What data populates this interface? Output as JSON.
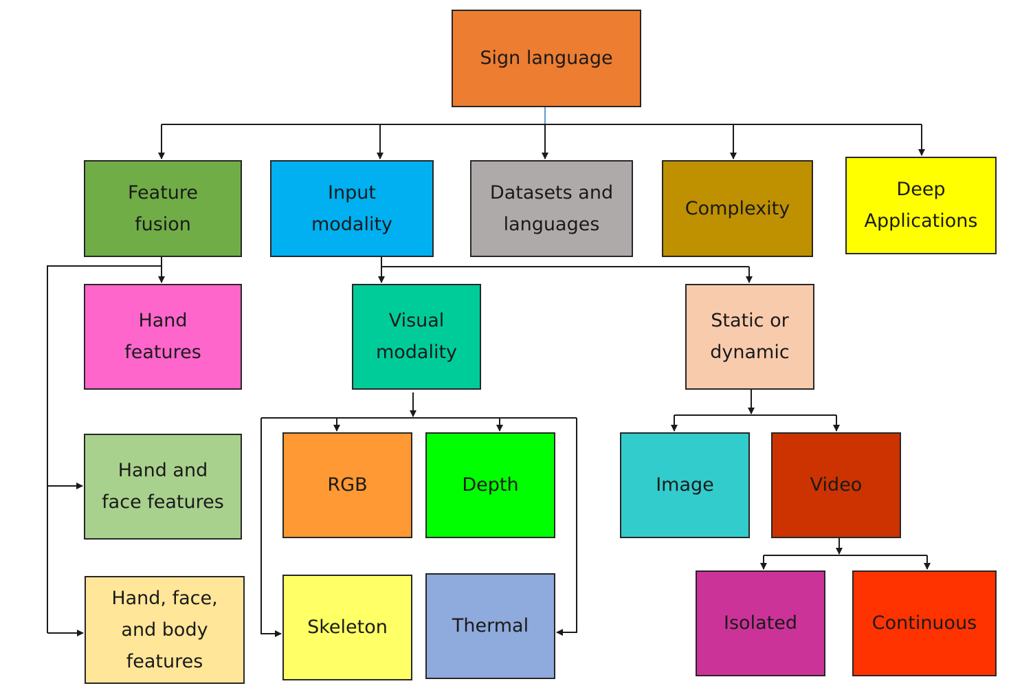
{
  "diagram": {
    "nodes": [
      {
        "id": "sign",
        "label": "Sign language",
        "color": "#ED7D31"
      },
      {
        "id": "feature-fusion",
        "label": "Feature\nfusion",
        "color": "#70AD47"
      },
      {
        "id": "input-modality",
        "label": "Input\nmodality",
        "color": "#00B0F0"
      },
      {
        "id": "datasets",
        "label": "Datasets and\nlanguages",
        "color": "#AEAAAA"
      },
      {
        "id": "complexity",
        "label": "Complexity",
        "color": "#BF9000"
      },
      {
        "id": "deep-apps",
        "label": "Deep\nApplications",
        "color": "#FFFF00"
      },
      {
        "id": "hand-features",
        "label": "Hand\nfeatures",
        "color": "#FF66CC"
      },
      {
        "id": "visual",
        "label": "Visual\nmodality",
        "color": "#00CC99"
      },
      {
        "id": "static",
        "label": "Static or\ndynamic",
        "color": "#F8CBAD"
      },
      {
        "id": "hand-face",
        "label": "Hand and\nface features",
        "color": "#A9D18E"
      },
      {
        "id": "rgb",
        "label": "RGB",
        "color": "#FF9933"
      },
      {
        "id": "depth",
        "label": "Depth",
        "color": "#00FF00"
      },
      {
        "id": "image",
        "label": "Image",
        "color": "#33CCCC"
      },
      {
        "id": "video",
        "label": "Video",
        "color": "#CC3300"
      },
      {
        "id": "hand-face-body",
        "label": "Hand, face,\nand body\nfeatures",
        "color": "#FFE699"
      },
      {
        "id": "skeleton",
        "label": "Skeleton",
        "color": "#FFFF66"
      },
      {
        "id": "thermal",
        "label": "Thermal",
        "color": "#8FAADC"
      },
      {
        "id": "isolated",
        "label": "Isolated",
        "color": "#CC3399"
      },
      {
        "id": "continuous",
        "label": "Continuous",
        "color": "#FF3300"
      }
    ],
    "edges": [
      {
        "from": "sign",
        "to": "feature-fusion"
      },
      {
        "from": "sign",
        "to": "input-modality"
      },
      {
        "from": "sign",
        "to": "datasets"
      },
      {
        "from": "sign",
        "to": "complexity"
      },
      {
        "from": "sign",
        "to": "deep-apps"
      },
      {
        "from": "feature-fusion",
        "to": "hand-features"
      },
      {
        "from": "feature-fusion",
        "to": "hand-face"
      },
      {
        "from": "feature-fusion",
        "to": "hand-face-body"
      },
      {
        "from": "input-modality",
        "to": "visual"
      },
      {
        "from": "input-modality",
        "to": "static"
      },
      {
        "from": "visual",
        "to": "rgb"
      },
      {
        "from": "visual",
        "to": "depth"
      },
      {
        "from": "visual",
        "to": "skeleton"
      },
      {
        "from": "visual",
        "to": "thermal"
      },
      {
        "from": "static",
        "to": "image"
      },
      {
        "from": "static",
        "to": "video"
      },
      {
        "from": "video",
        "to": "isolated"
      },
      {
        "from": "video",
        "to": "continuous"
      }
    ],
    "line_color": "#1a1a1a",
    "accent_line_color": "#5B9BD5"
  }
}
